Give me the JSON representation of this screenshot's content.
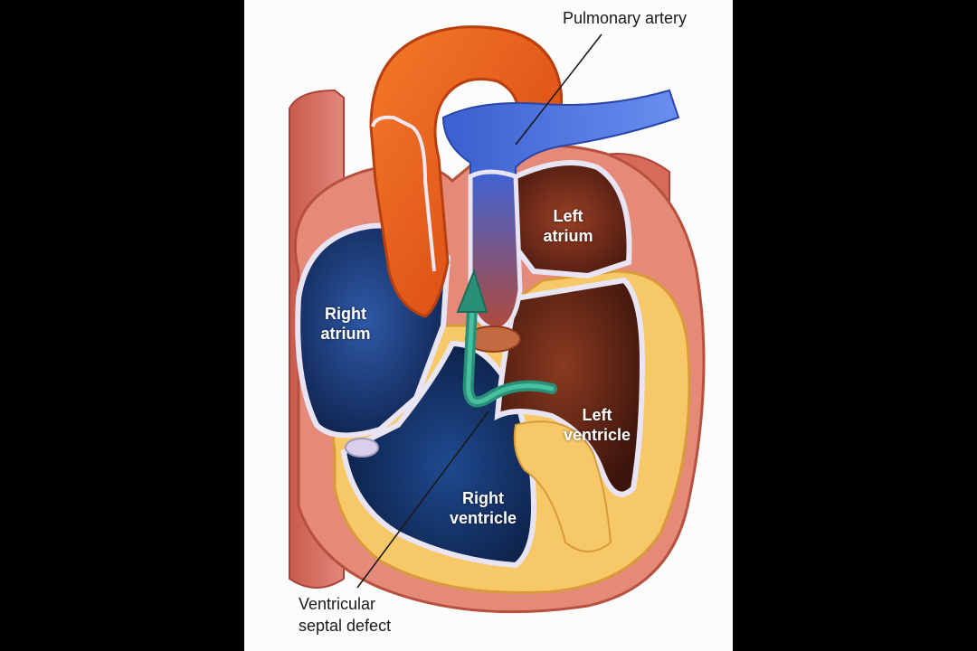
{
  "labels": {
    "pulmonary_artery": "Pulmonary artery",
    "left_atrium": [
      "Left",
      "atrium"
    ],
    "right_atrium": [
      "Right",
      "atrium"
    ],
    "left_ventricle": [
      "Left",
      "ventricle"
    ],
    "right_ventricle": [
      "Right",
      "ventricle"
    ],
    "vsd": [
      "Ventricular",
      "septal defect"
    ]
  },
  "colors": {
    "background": "#000000",
    "aorta": "#e9541a",
    "pulmonary": "#4a6ed6",
    "right_chambers": "#1e3a78",
    "left_chambers": "#6a2a1c",
    "myocardium": "#f4c25a",
    "shunt_arrow": "#2a8f78"
  }
}
